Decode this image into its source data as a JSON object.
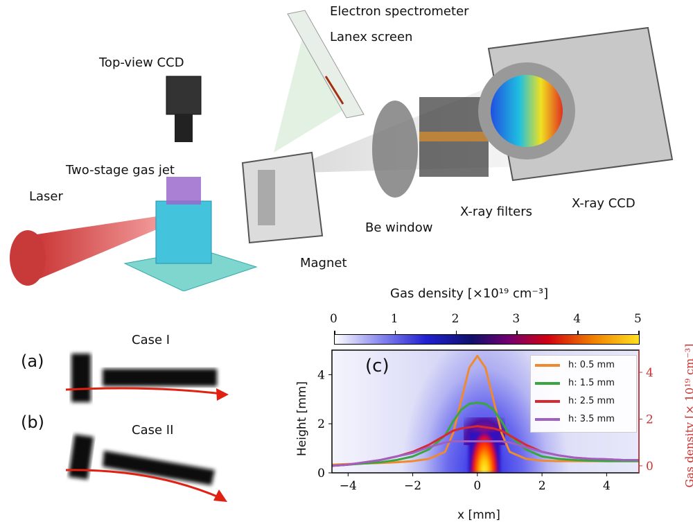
{
  "labels": {
    "electron_spectrometer": "Electron spectrometer",
    "lanex_screen": "Lanex screen",
    "top_view_ccd": "Top-view CCD",
    "two_stage_gas_jet": "Two-stage gas jet",
    "laser": "Laser",
    "magnet": "Magnet",
    "be_window": "Be window",
    "xray_filters": "X-ray filters",
    "xray_ccd": "X-ray CCD"
  },
  "panels": {
    "a": {
      "tag": "(a)",
      "title": "Case I"
    },
    "b": {
      "tag": "(b)",
      "title": "Case II"
    },
    "c": {
      "tag": "(c)"
    }
  },
  "colors": {
    "laser": "#d93a3a",
    "jet": "#39c6d8",
    "arrow": "#e02010",
    "orange": "#f08a30",
    "green": "#3aa640",
    "red": "#d82830",
    "purple": "#a060c0",
    "right_axis": "#d03030"
  },
  "chart_data": {
    "type": "line",
    "title": "",
    "colorbar": {
      "label": "Gas density [×10¹⁹ cm⁻³]",
      "ticks": [
        "0",
        "1",
        "2",
        "3",
        "4",
        "5"
      ],
      "range": [
        0,
        5
      ]
    },
    "xlabel": "x [mm]",
    "ylabel": "Height [mm]",
    "y2label": "Gas density [× 10¹⁹ cm⁻³]",
    "xlim": [
      -4.5,
      5
    ],
    "ylim": [
      0,
      5
    ],
    "y2lim": [
      -0.3,
      4.95
    ],
    "xticks": [
      -4,
      -2,
      0,
      2,
      4
    ],
    "xtick_labels": [
      "−4",
      "−2",
      "0",
      "2",
      "4"
    ],
    "yticks": [
      0,
      2,
      4
    ],
    "ytick_labels": [
      "0",
      "2",
      "4"
    ],
    "y2ticks": [
      0,
      2,
      4
    ],
    "y2tick_labels": [
      "0",
      "2",
      "4"
    ],
    "legend_position": "top-right",
    "x": [
      -4.5,
      -4,
      -3.5,
      -3,
      -2.5,
      -2,
      -1.5,
      -1,
      -0.75,
      -0.5,
      -0.25,
      0,
      0.25,
      0.5,
      0.75,
      1,
      1.5,
      2,
      2.5,
      3,
      3.5,
      4,
      4.5,
      5
    ],
    "series": [
      {
        "name": "h: 0.5 mm",
        "color": "#f08a30",
        "values": [
          0.05,
          0.08,
          0.1,
          0.12,
          0.15,
          0.2,
          0.3,
          0.6,
          1.4,
          2.8,
          4.2,
          4.7,
          4.2,
          2.8,
          1.4,
          0.6,
          0.3,
          0.22,
          0.2,
          0.2,
          0.2,
          0.2,
          0.2,
          0.2
        ]
      },
      {
        "name": "h: 1.5 mm",
        "color": "#3aa640",
        "values": [
          0.0,
          0.05,
          0.1,
          0.15,
          0.25,
          0.4,
          0.7,
          1.3,
          1.9,
          2.4,
          2.65,
          2.7,
          2.65,
          2.4,
          1.9,
          1.3,
          0.7,
          0.4,
          0.3,
          0.25,
          0.22,
          0.2,
          0.2,
          0.2
        ]
      },
      {
        "name": "h: 2.5 mm",
        "color": "#d82830",
        "values": [
          0.0,
          0.05,
          0.15,
          0.25,
          0.4,
          0.6,
          0.9,
          1.3,
          1.5,
          1.6,
          1.65,
          1.7,
          1.65,
          1.6,
          1.5,
          1.3,
          0.9,
          0.6,
          0.45,
          0.35,
          0.3,
          0.28,
          0.25,
          0.25
        ]
      },
      {
        "name": "h: 3.5 mm",
        "color": "#a060c0",
        "values": [
          0.0,
          0.05,
          0.15,
          0.25,
          0.4,
          0.55,
          0.8,
          1.0,
          1.05,
          1.05,
          1.05,
          1.05,
          1.05,
          1.05,
          1.05,
          1.0,
          0.8,
          0.6,
          0.45,
          0.35,
          0.3,
          0.28,
          0.25,
          0.25
        ]
      }
    ]
  }
}
